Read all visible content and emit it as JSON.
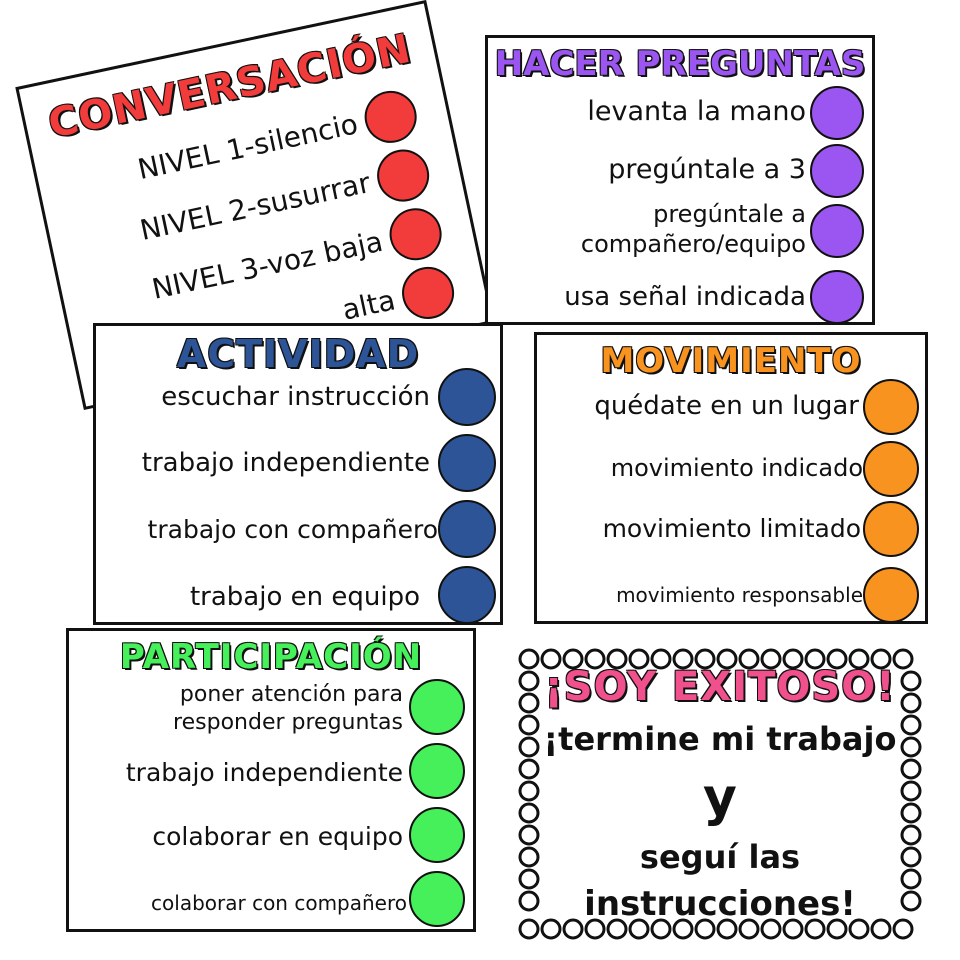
{
  "conversacion": {
    "title": "CONVERSACIÓN",
    "color": "#f23c3c",
    "items": [
      "NIVEL 1-silencio",
      "NIVEL 2-susurrar",
      "NIVEL 3-voz baja",
      "alta"
    ]
  },
  "preguntas": {
    "title": "HACER PREGUNTAS",
    "color": "#9b55f0",
    "items": [
      "levanta la mano",
      "pregúntale a 3",
      "pregúntale a",
      "compañero/equipo",
      "usa señal indicada"
    ]
  },
  "actividad": {
    "title": "ACTIVIDAD",
    "color": "#2c5496",
    "items": [
      "escuchar instrucción",
      "trabajo independiente",
      "trabajo con compañero",
      "trabajo en equipo"
    ]
  },
  "movimiento": {
    "title": "MOVIMIENTO",
    "color": "#f7931e",
    "items": [
      "quédate en un lugar",
      "movimiento indicado",
      "movimiento limitado",
      "movimiento responsable"
    ]
  },
  "participacion": {
    "title": "PARTICIPACIÓN",
    "color": "#46f05a",
    "items": [
      "poner atención para",
      "responder preguntas",
      "trabajo independiente",
      "colaborar en equipo",
      "colaborar con compañero"
    ]
  },
  "exitoso": {
    "title": "¡SOY EXITOSO!",
    "title_color": "#f0508c",
    "line1": "¡termine mi trabajo",
    "line2": "y",
    "line3": "seguí las",
    "line4": "instrucciones!"
  }
}
